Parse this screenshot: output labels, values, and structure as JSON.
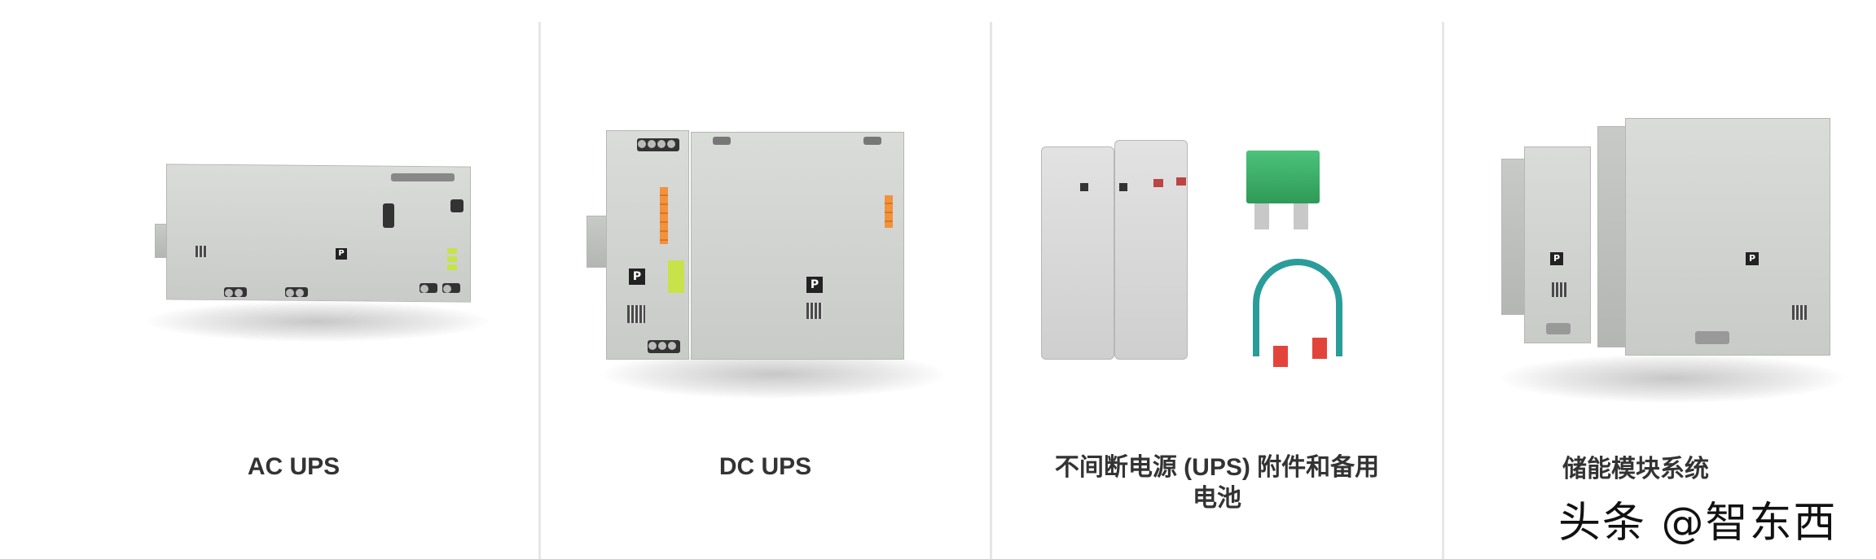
{
  "categories": [
    {
      "title": "AC UPS",
      "image": "ac-ups-product-image"
    },
    {
      "title": "DC UPS",
      "image": "dc-ups-product-image"
    },
    {
      "title": "不间断电源 (UPS) 附件和备用电池",
      "title_line1": "不间断电源 (UPS) 附件和备用",
      "title_line2": "电池",
      "image": "ups-accessories-batteries-image"
    },
    {
      "title": "储能模块系统",
      "image": "energy-storage-module-image"
    }
  ],
  "watermark": "头条 @智东西",
  "colors": {
    "title": "#333333",
    "divider": "#e6e6e6",
    "led_green": "#c6e34a",
    "terminal_orange": "#f2923a",
    "cable_teal": "#2a9d9a",
    "fuse_green": "#3fb66a",
    "plug_red": "#e3443a"
  },
  "brand_logo_glyph": "P"
}
